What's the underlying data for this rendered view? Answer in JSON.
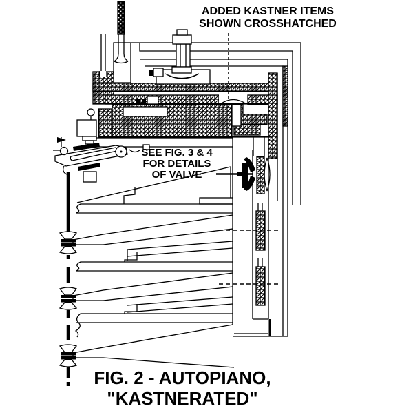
{
  "colors": {
    "background": "#ffffff",
    "ink": "#000000"
  },
  "notes": {
    "added_items": {
      "line1": "ADDED KASTNER ITEMS",
      "line2": "SHOWN CROSSHATCHED"
    },
    "valve_ref": {
      "line1": "SEE FIG. 3 & 4",
      "line2": "FOR DETAILS",
      "line3": "OF VALVE"
    }
  },
  "caption": {
    "line1": "FIG. 2 - AUTOPIANO,",
    "line2": "\"KASTNERATED\""
  }
}
